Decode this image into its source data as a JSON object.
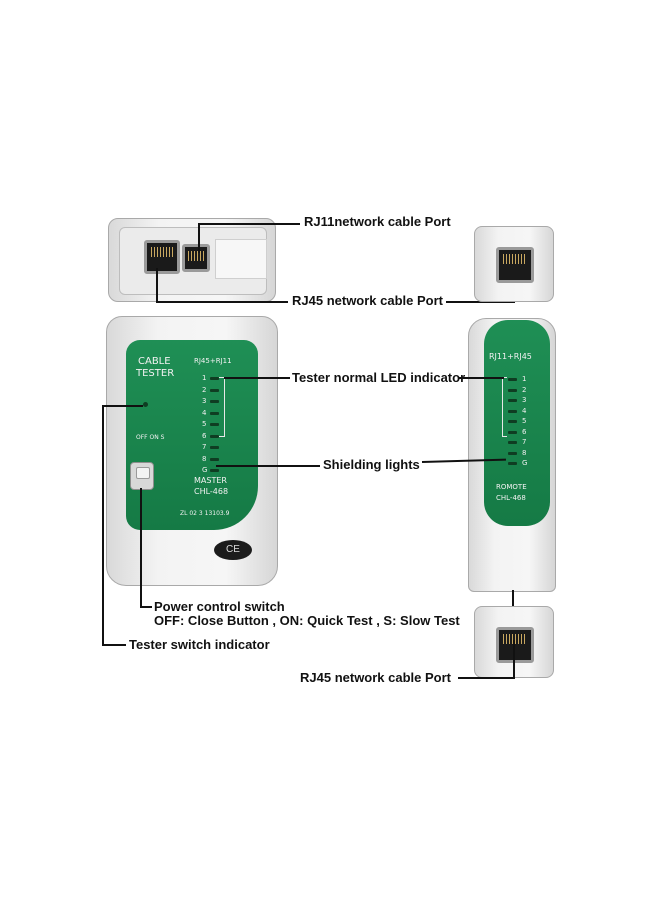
{
  "callouts": {
    "rj11_port": "RJ11network cable Port",
    "rj45_port_top": "RJ45 network cable Port",
    "led_indicator": "Tester normal LED indicator",
    "shielding": "Shielding lights",
    "power_switch_title": "Power control switch",
    "power_switch_desc": "OFF: Close Button , ON: Quick Test , S: Slow Test",
    "switch_indicator": "Tester switch indicator",
    "rj45_port_bottom": "RJ45 network cable Port"
  },
  "master": {
    "title_line1": "CABLE",
    "title_line2": "TESTER",
    "port_label": "RJ45+RJ11",
    "switch_label": "OFF ON S",
    "led_numbers": [
      "1",
      "2",
      "3",
      "4",
      "5",
      "6",
      "7",
      "8",
      "G"
    ],
    "model_line1": "MASTER",
    "model_line2": "CHL-468",
    "serial": "ZL 02 3 13103.9",
    "ce_mark": "CE"
  },
  "remote": {
    "port_label": "RJ11+RJ45",
    "led_numbers": [
      "1",
      "2",
      "3",
      "4",
      "5",
      "6",
      "7",
      "8",
      "G"
    ],
    "model_line1": "ROMOTE",
    "model_line2": "CHL-468"
  },
  "colors": {
    "panel": "#1a8a50",
    "body": "#ececec",
    "callout_line": "#111111"
  }
}
